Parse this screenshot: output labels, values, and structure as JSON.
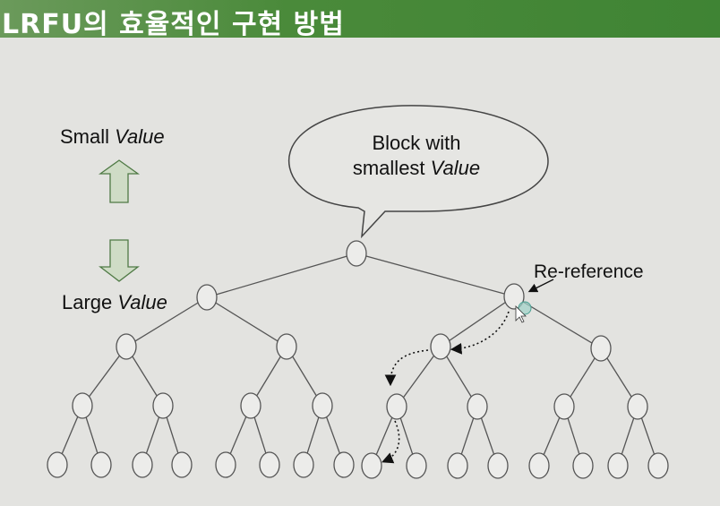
{
  "title": "LRFU의 효율적인 구현 방법",
  "legend": {
    "top": {
      "word": "Small",
      "value": "Value"
    },
    "bottom": {
      "word": "Large",
      "value": "Value"
    }
  },
  "callout": {
    "line1": "Block with",
    "line2_plain": "smallest",
    "line2_italic": "Value"
  },
  "re_reference_label": "Re-reference",
  "colors": {
    "title_bar": "#4a8a3a",
    "arrow_fill": "#cfdcc6",
    "arrow_stroke": "#4f7a45"
  }
}
